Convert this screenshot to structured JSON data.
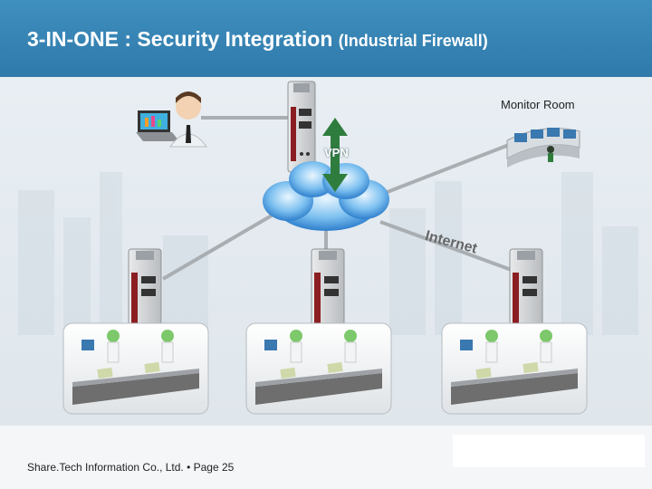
{
  "header": {
    "title_main": "3-IN-ONE : Security Integration",
    "title_sub": "(Industrial Firewall)"
  },
  "labels": {
    "monitor_room": "Monitor Room",
    "vpn": "VPN",
    "internet": "Internet"
  },
  "footer": {
    "text": "Share.Tech Information Co., Ltd. • Page 25"
  },
  "colors": {
    "header": "#3a87b8",
    "line": "#a9aeb2",
    "vpn_arrow": "#2f7d3e",
    "cloud": "#2f8fd8",
    "firewall_red": "#8a1e22"
  }
}
